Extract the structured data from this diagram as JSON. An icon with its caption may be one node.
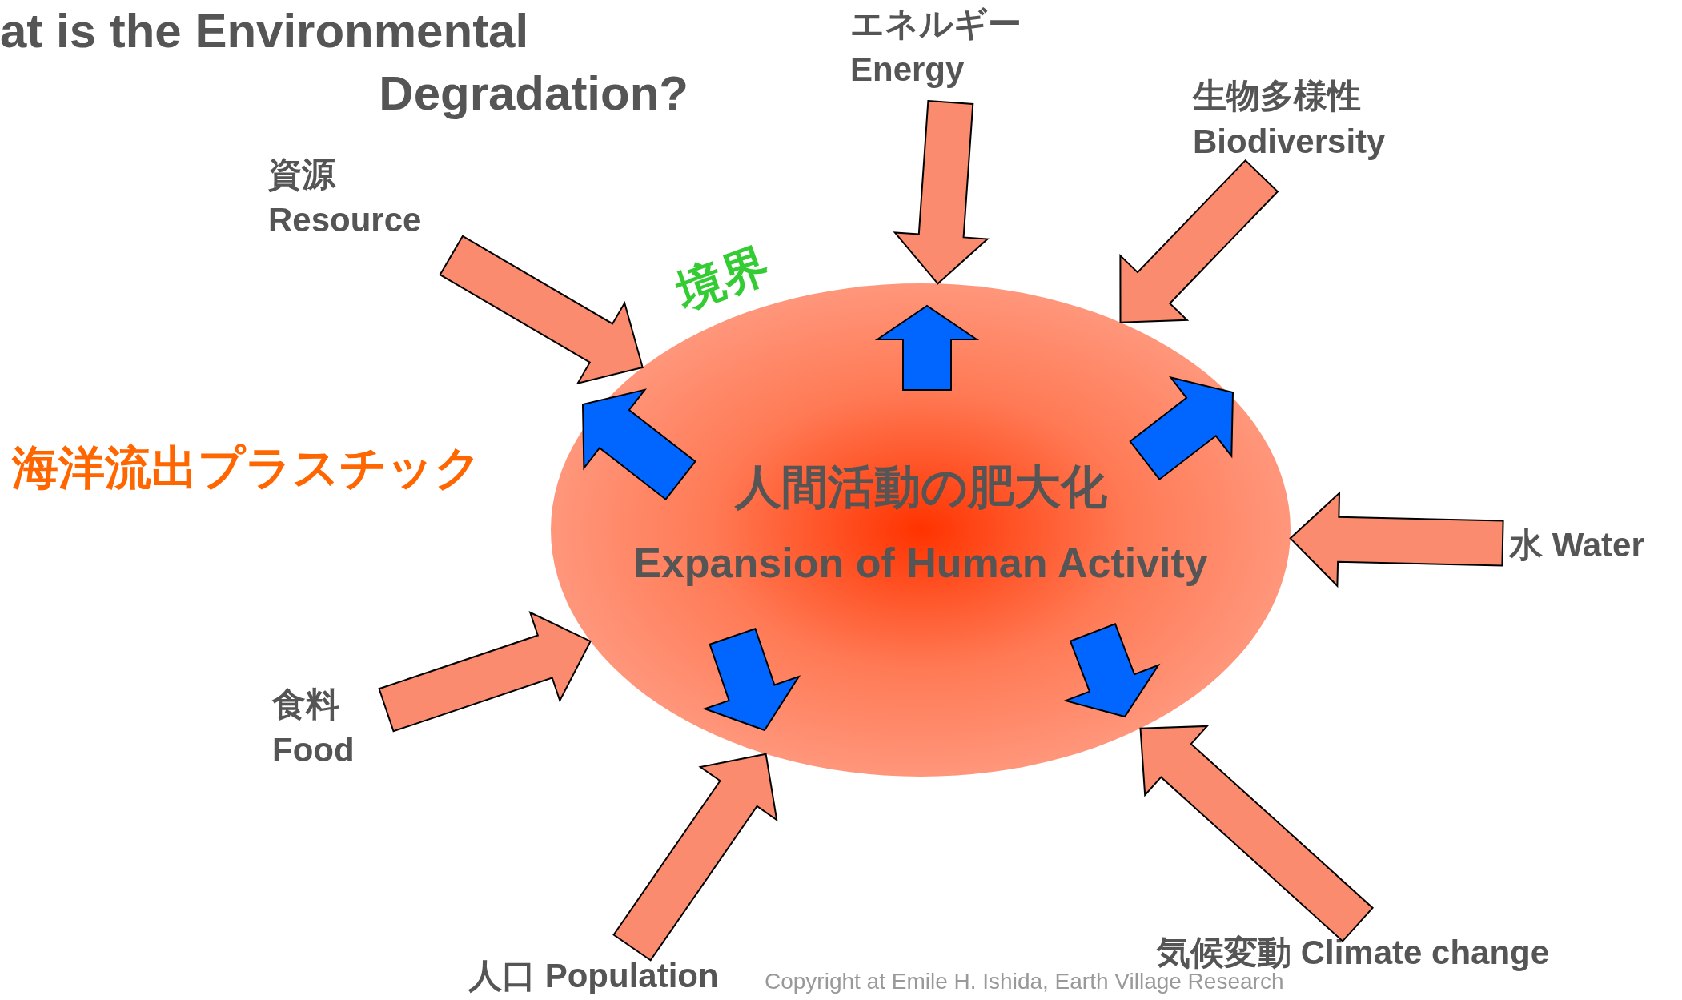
{
  "diagram": {
    "title": "at is the Environmental Degradation?",
    "nodes": [
      {
        "text": [
          "人間活動の肥大化",
          "Expansion of Human Activity"
        ],
        "beside": [
          "境界"
        ]
      },
      {
        "text": [
          "資源",
          "Resource"
        ]
      },
      {
        "text": [
          "エネルギー",
          "Energy"
        ]
      },
      {
        "text": [
          "生物多様性",
          "Biodiversity"
        ]
      },
      {
        "text": [
          "水 Water"
        ]
      },
      {
        "text": [
          "気候変動 Climate change"
        ]
      },
      {
        "text": [
          "人口 Population"
        ]
      },
      {
        "text": [
          "食料",
          "Food"
        ]
      }
    ],
    "edges": [
      {
        "from": 1,
        "to": 0,
        "arrow": "to"
      },
      {
        "from": 2,
        "to": 0,
        "arrow": "to"
      },
      {
        "from": 3,
        "to": 0,
        "arrow": "to"
      },
      {
        "from": 4,
        "to": 0,
        "arrow": "to"
      },
      {
        "from": 5,
        "to": 0,
        "arrow": "to"
      },
      {
        "from": 6,
        "to": 0,
        "arrow": "to"
      },
      {
        "from": 7,
        "to": 0,
        "arrow": "to"
      }
    ],
    "labels": [
      "海洋流出プラスチック",
      "Copyright at Emile H. Ishida, Earth Village Research"
    ]
  }
}
